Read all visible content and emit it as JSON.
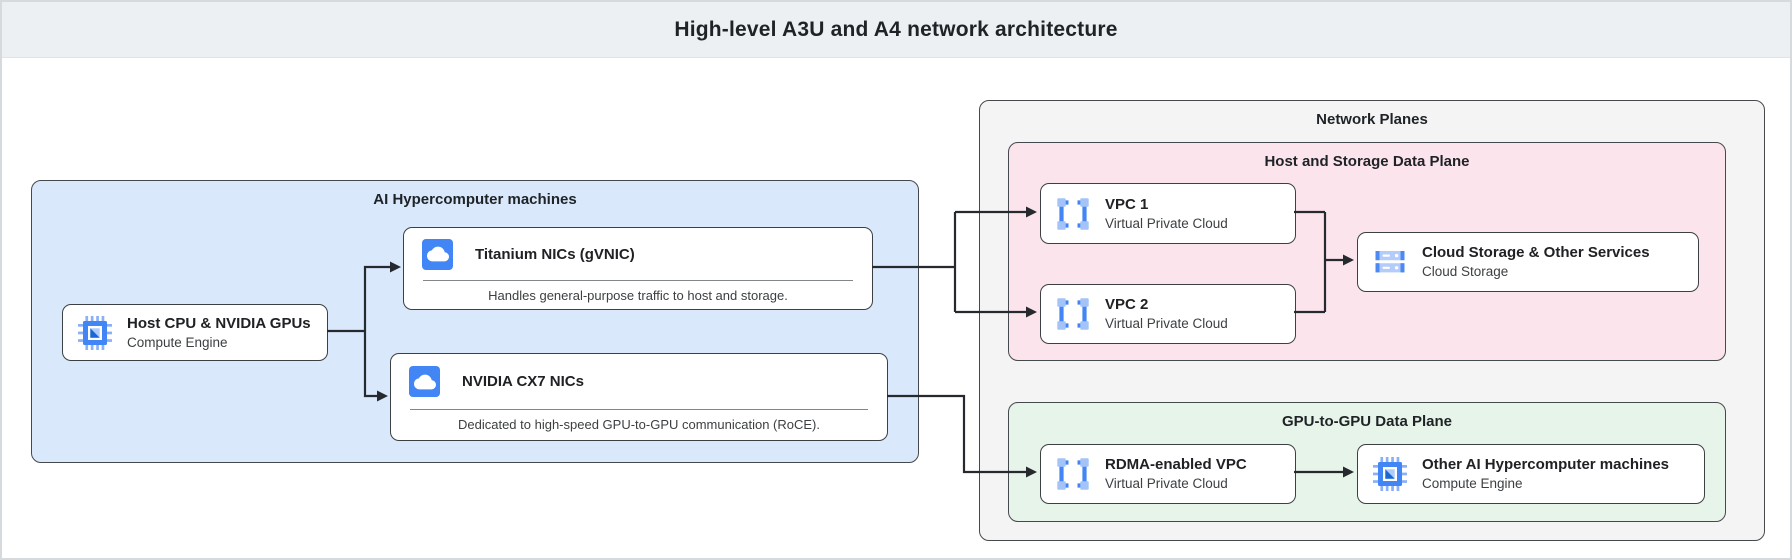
{
  "header": {
    "title": "High-level A3U and A4 network architecture"
  },
  "groups": {
    "ai_machines": {
      "label": "AI Hypercomputer machines"
    },
    "network_planes": {
      "label": "Network Planes"
    },
    "host_storage_plane": {
      "label": "Host and Storage Data Plane"
    },
    "gpu_plane": {
      "label": "GPU-to-GPU Data Plane"
    }
  },
  "nodes": {
    "host_cpu": {
      "title": "Host CPU & NVIDIA GPUs",
      "subtitle": "Compute Engine",
      "icon": "compute-engine-icon"
    },
    "titanium_nic": {
      "title": "Titanium NICs (gVNIC)",
      "description": "Handles general-purpose traffic to host and storage.",
      "icon": "cloud-nic-icon"
    },
    "cx7_nic": {
      "title": "NVIDIA CX7 NICs",
      "description": "Dedicated to high-speed GPU-to-GPU communication (RoCE).",
      "icon": "cloud-nic-icon"
    },
    "vpc1": {
      "title": "VPC 1",
      "subtitle": "Virtual Private Cloud",
      "icon": "vpc-icon"
    },
    "vpc2": {
      "title": "VPC 2",
      "subtitle": "Virtual Private Cloud",
      "icon": "vpc-icon"
    },
    "cloud_storage": {
      "title": "Cloud Storage & Other Services",
      "subtitle": "Cloud Storage",
      "icon": "cloud-storage-icon"
    },
    "rdma_vpc": {
      "title": "RDMA-enabled VPC",
      "subtitle": "Virtual Private Cloud",
      "icon": "vpc-icon"
    },
    "other_machines": {
      "title": "Other AI Hypercomputer machines",
      "subtitle": "Compute Engine",
      "icon": "compute-engine-icon"
    }
  },
  "edges": [
    {
      "from": "host_cpu",
      "to": "titanium_nic"
    },
    {
      "from": "host_cpu",
      "to": "cx7_nic"
    },
    {
      "from": "titanium_nic",
      "to": "vpc1"
    },
    {
      "from": "titanium_nic",
      "to": "vpc2"
    },
    {
      "from": "cx7_nic",
      "to": "rdma_vpc"
    },
    {
      "from": "vpc1",
      "to": "cloud_storage"
    },
    {
      "from": "vpc2",
      "to": "cloud_storage"
    },
    {
      "from": "rdma_vpc",
      "to": "other_machines"
    }
  ],
  "colors": {
    "header_bg": "#edf0f2",
    "machines_group_bg": "#d9e9fb",
    "planes_group_bg": "#f4f4f5",
    "host_storage_plane_bg": "#fce4ed",
    "gpu_plane_bg": "#e7f4e9",
    "node_border": "#3c4043",
    "connector": "#26292d",
    "icon_blue": "#4285f4",
    "icon_light_blue": "#aecbfa"
  }
}
